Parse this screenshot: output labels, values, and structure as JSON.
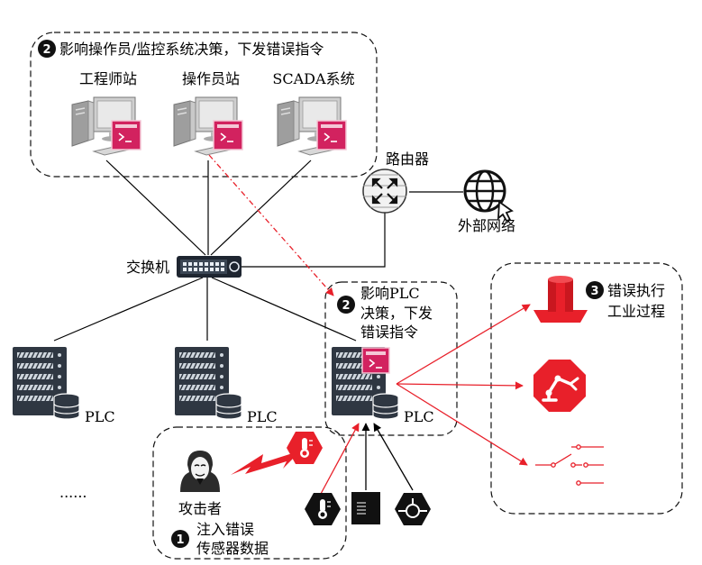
{
  "groups": {
    "operators": {
      "badge": "2",
      "label": "影响操作员/监控系统决策，下发错误指令"
    },
    "plc_zone": {
      "badge": "2",
      "line1": "影响PLC",
      "line2": "决策，下发",
      "line3": "错误指令"
    },
    "process": {
      "badge": "3",
      "line1": "错误执行",
      "line2": "工业过程"
    },
    "attack": {
      "badge": "1",
      "line1": "注入错误",
      "line2": "传感器数据"
    }
  },
  "workstations": [
    {
      "label": "工程师站"
    },
    {
      "label": "操作员站"
    },
    {
      "label": "SCADA系统"
    }
  ],
  "router": {
    "label": "路由器"
  },
  "external": {
    "label": "外部网络"
  },
  "switch": {
    "label": "交换机"
  },
  "plcs": [
    {
      "label": "PLC"
    },
    {
      "label": "PLC"
    },
    {
      "label": "PLC"
    }
  ],
  "ellipsis": "......",
  "attacker": {
    "label": "攻击者"
  },
  "colors": {
    "accent": "#e8202a",
    "badge": "#111111",
    "line": "#000000"
  }
}
